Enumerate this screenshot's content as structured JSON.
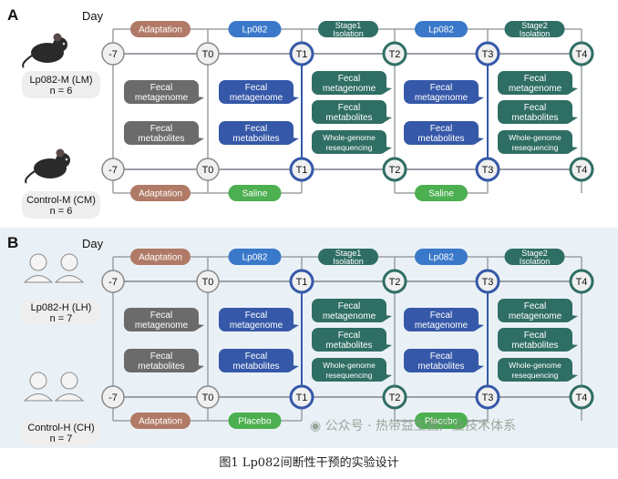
{
  "panels": [
    {
      "letter": "A",
      "day_label": "Day",
      "top_group": {
        "label": "Lp082-M (LM)",
        "n": "n = 6"
      },
      "bottom_group": {
        "label": "Control-M (CM)",
        "n": "n = 6"
      },
      "timepoints": [
        "-7",
        "T0",
        "T1",
        "T2",
        "T3",
        "T4"
      ],
      "top_phases": [
        "Adaptation",
        "Lp082",
        "Stage1 Isolation",
        "Lp082",
        "Stage2 Isolation"
      ],
      "bottom_phases": [
        "Adaptation",
        "Saline",
        "Saline"
      ],
      "sample_col1": [
        "Fecal metagenome",
        "Fecal metabolites"
      ],
      "sample_blue": [
        "Fecal metagenome",
        "Fecal metabolites"
      ],
      "sample_teal": [
        "Fecal metagenome",
        "Fecal metabolites",
        "Whole-genome resequencing"
      ],
      "subject": "mouse"
    },
    {
      "letter": "B",
      "day_label": "Day",
      "top_group": {
        "label": "Lp082-H (LH)",
        "n": "n = 7"
      },
      "bottom_group": {
        "label": "Control-H (CH)",
        "n": "n = 7"
      },
      "timepoints": [
        "-7",
        "T0",
        "T1",
        "T2",
        "T3",
        "T4"
      ],
      "top_phases": [
        "Adaptation",
        "Lp082",
        "Stage1 Isolation",
        "Lp082",
        "Stage2 Isolation"
      ],
      "bottom_phases": [
        "Adaptation",
        "Placebo",
        "Placebo"
      ],
      "sample_col1": [
        "Fecal metagenome",
        "Fecal metabolites"
      ],
      "sample_blue": [
        "Fecal metagenome",
        "Fecal metabolites"
      ],
      "sample_teal": [
        "Fecal metagenome",
        "Fecal metabolites",
        "Whole-genome resequencing"
      ],
      "subject": "human"
    }
  ],
  "colors": {
    "adaptation": "#b07a66",
    "lp082": "#3a78c9",
    "isolation": "#2f6e64",
    "control": "#4caf50",
    "gray_box": "#6b6b6b",
    "blue_box": "#3558a8",
    "teal_box": "#2f6e64",
    "line": "#9aa0a6"
  },
  "caption": "图1  Lp082间断性干预的实验设计",
  "watermark": "公众号 · 热带益生菌产业技术体系"
}
